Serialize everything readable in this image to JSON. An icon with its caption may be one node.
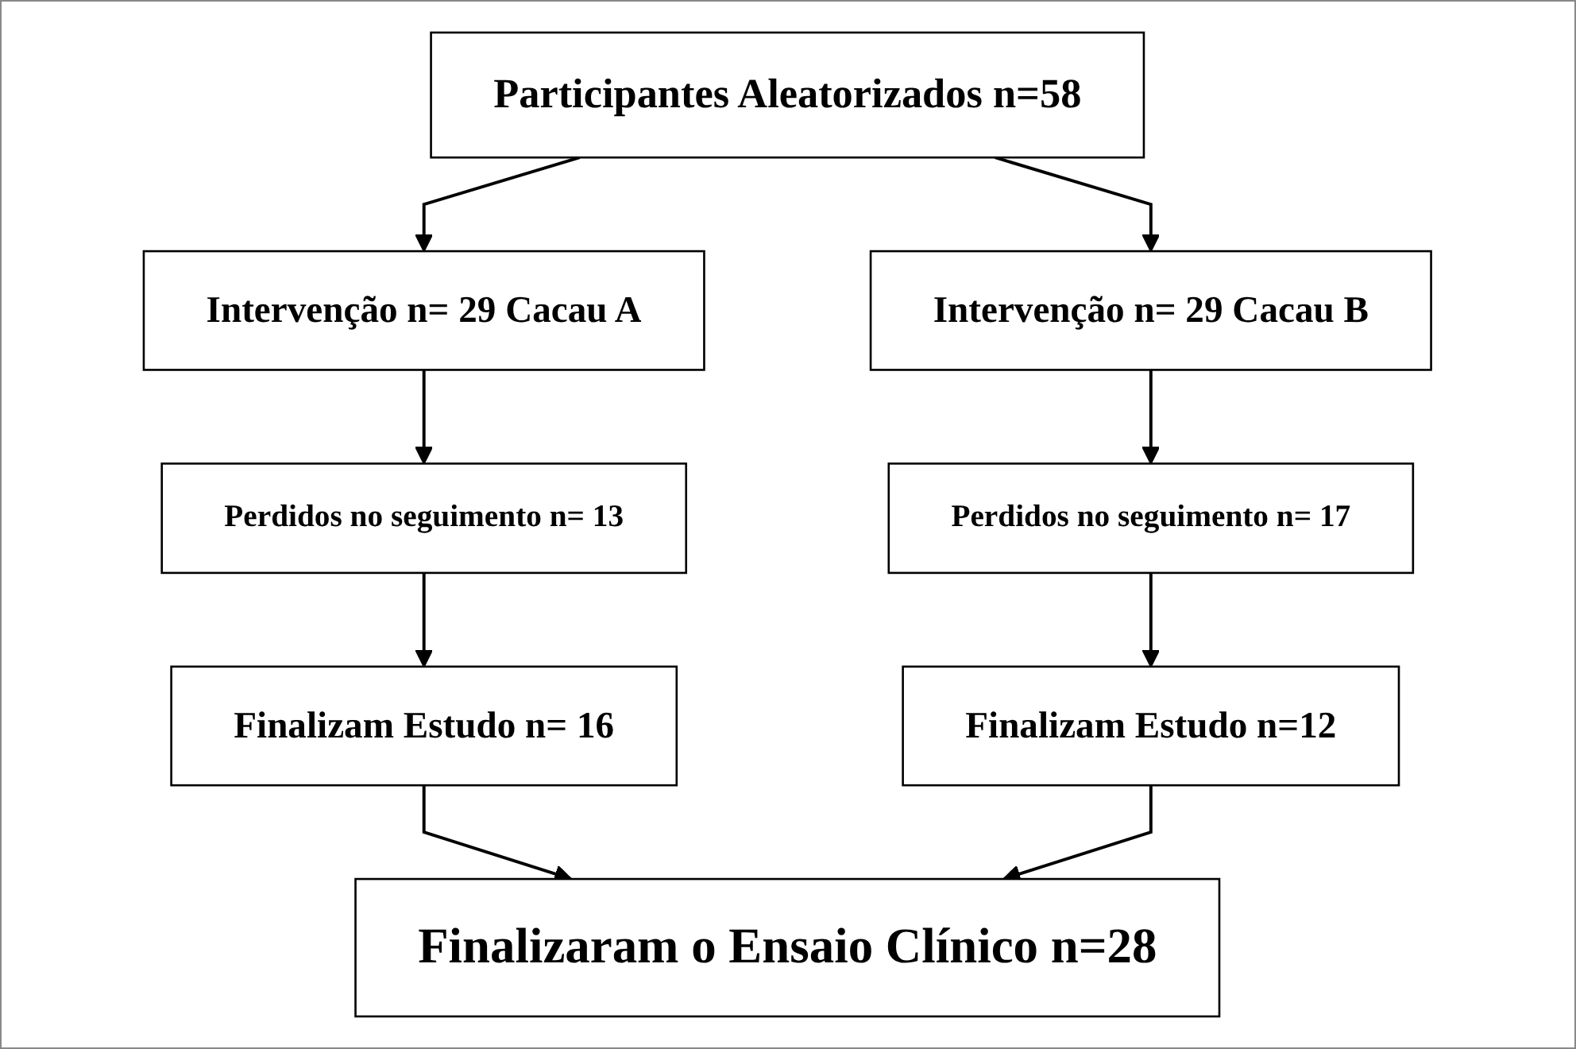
{
  "diagram": {
    "nodes": [
      {
        "text": [
          "Participantes Aleatorizados n=58"
        ]
      },
      {
        "text": [
          "Intervenção n= 29 Cacau A"
        ]
      },
      {
        "text": [
          "Intervenção n= 29 Cacau B"
        ]
      },
      {
        "text": [
          "Perdidos no seguimento n= 13"
        ]
      },
      {
        "text": [
          "Perdidos no seguimento n= 17"
        ]
      },
      {
        "text": [
          "Finalizam Estudo n= 16"
        ]
      },
      {
        "text": [
          "Finalizam Estudo n=12"
        ]
      },
      {
        "text": [
          "Finalizaram o Ensaio Clínico n=28"
        ]
      }
    ],
    "edges": [
      {
        "from": 0,
        "to": 1,
        "arrow": "to"
      },
      {
        "from": 0,
        "to": 2,
        "arrow": "to"
      },
      {
        "from": 1,
        "to": 3,
        "arrow": "to"
      },
      {
        "from": 2,
        "to": 4,
        "arrow": "to"
      },
      {
        "from": 3,
        "to": 5,
        "arrow": "to"
      },
      {
        "from": 4,
        "to": 6,
        "arrow": "to"
      },
      {
        "from": 5,
        "to": 7,
        "arrow": "to"
      },
      {
        "from": 6,
        "to": 7,
        "arrow": "to"
      }
    ]
  }
}
